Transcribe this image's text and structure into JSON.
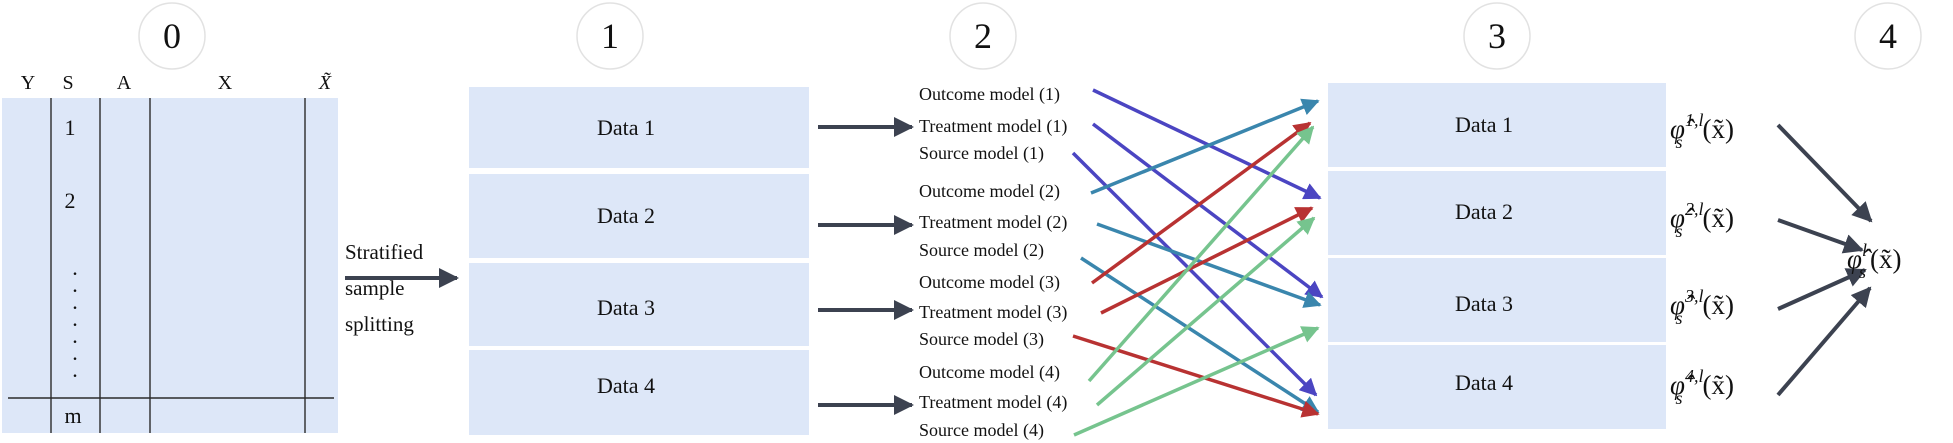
{
  "steps": [
    "0",
    "1",
    "2",
    "3",
    "4"
  ],
  "table": {
    "columns": [
      "Y",
      "S",
      "A",
      "X",
      "X̃"
    ],
    "rows": [
      "1",
      "2",
      ".",
      ".",
      ".",
      ".",
      ".",
      ".",
      ".",
      "m"
    ]
  },
  "split_label": [
    "Stratified",
    "sample",
    "splitting"
  ],
  "data_blocks_left": [
    "Data 1",
    "Data 2",
    "Data 3",
    "Data 4"
  ],
  "models": [
    [
      "Outcome model (1)",
      "Treatment model (1)",
      "Source model (1)"
    ],
    [
      "Outcome model (2)",
      "Treatment model (2)",
      "Source model (2)"
    ],
    [
      "Outcome model (3)",
      "Treatment model (3)",
      "Source model (3)"
    ],
    [
      "Outcome model (4)",
      "Treatment model (4)",
      "Source model (4)"
    ]
  ],
  "data_blocks_right": [
    "Data 1",
    "Data 2",
    "Data 3",
    "Data 4"
  ],
  "estimates": [
    {
      "base": "φ̂",
      "sup": "1,l",
      "sub": "s",
      "arg": "(x̃)"
    },
    {
      "base": "φ̂",
      "sup": "2,l",
      "sub": "s",
      "arg": "(x̃)"
    },
    {
      "base": "φ̂",
      "sup": "3,l",
      "sub": "s",
      "arg": "(x̃)"
    },
    {
      "base": "φ̂",
      "sup": "4,l",
      "sub": "s",
      "arg": "(x̃)"
    }
  ],
  "final_estimate": {
    "base": "φ̂",
    "sup": "l",
    "sub": "s",
    "arg": "(x̃)"
  },
  "colors": {
    "block_fill": "#dde7f8",
    "arrow_dark": "#3c4250",
    "fold1": "#4b45c2",
    "fold2": "#3a86ad",
    "fold3": "#b83232",
    "fold4": "#76c48e"
  }
}
